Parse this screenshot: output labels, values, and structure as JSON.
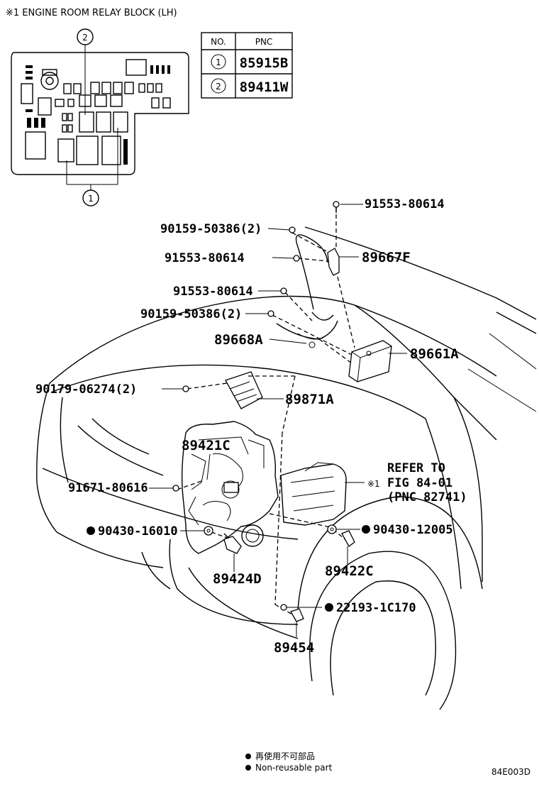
{
  "relay_block": {
    "title": "※1 ENGINE ROOM RELAY BLOCK (LH)",
    "callout_1": "1",
    "callout_2": "2"
  },
  "pnc_table": {
    "header_no": "NO.",
    "header_pnc": "PNC",
    "rows": [
      {
        "no": "1",
        "pnc": "85915B"
      },
      {
        "no": "2",
        "pnc": "89411W"
      }
    ]
  },
  "part_labels": {
    "p91553_80614_top": "91553-80614",
    "p90159_50386_a": "90159-50386(2)",
    "p91553_80614_mid": "91553-80614",
    "p89667F": "89667F",
    "p91553_80614_low": "91553-80614",
    "p90159_50386_b": "90159-50386(2)",
    "p89668A": "89668A",
    "p89661A": "89661A",
    "p90179_06274": "90179-06274(2)",
    "p89871A": "89871A",
    "p89421C": "89421C",
    "p91671_80616": "91671-80616",
    "p90430_16010": "90430-16010",
    "p90430_12005": "90430-12005",
    "p89422C": "89422C",
    "p89424D": "89424D",
    "p22193_1C170": "22193-1C170",
    "p89454": "89454"
  },
  "refer": {
    "line1": "REFER TO",
    "line2": "FIG 84-01",
    "line3": "(PNC 82741)",
    "marker": "※1"
  },
  "legend": {
    "jp": "再使用不可部品",
    "en": "Non-reusable part"
  },
  "figure_code": "84E003D"
}
